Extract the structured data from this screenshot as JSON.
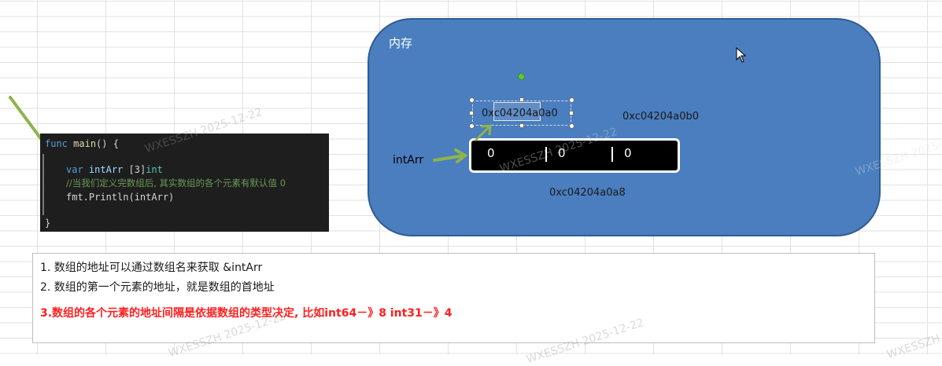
{
  "memory": {
    "title": "内存",
    "label_intarr": "intArr",
    "addr_top_selected": "0xc04204a0a0",
    "addr_top_right": "0xc04204a0b0",
    "addr_bottom": "0xc04204a0a8",
    "cells": [
      "0",
      "0",
      "0"
    ]
  },
  "code": {
    "line1": {
      "kw": "func",
      "name": "main",
      "rest": "() {"
    },
    "line2": {
      "kw": "var",
      "name": "intArr",
      "type_prefix": "[3]",
      "type": "int"
    },
    "line3": "//当我们定义完数组后, 其实数组的各个元素有默认值 0",
    "line4": "fmt.Println(intArr)",
    "line5": "}"
  },
  "notes": [
    "1. 数组的地址可以通过数组名来获取 &intArr",
    "2. 数组的第一个元素的地址，就是数组的首地址",
    "3.数组的各个元素的地址间隔是依据数组的类型决定, 比如int64－》8  int31－》4"
  ],
  "watermark": "WXESSZH 2025-12-22",
  "colors": {
    "memory_fill": "#4a7ebf",
    "arrow": "#8fb34a",
    "note_red": "#ff1f1f",
    "selection_handle": "#5cc73a"
  }
}
